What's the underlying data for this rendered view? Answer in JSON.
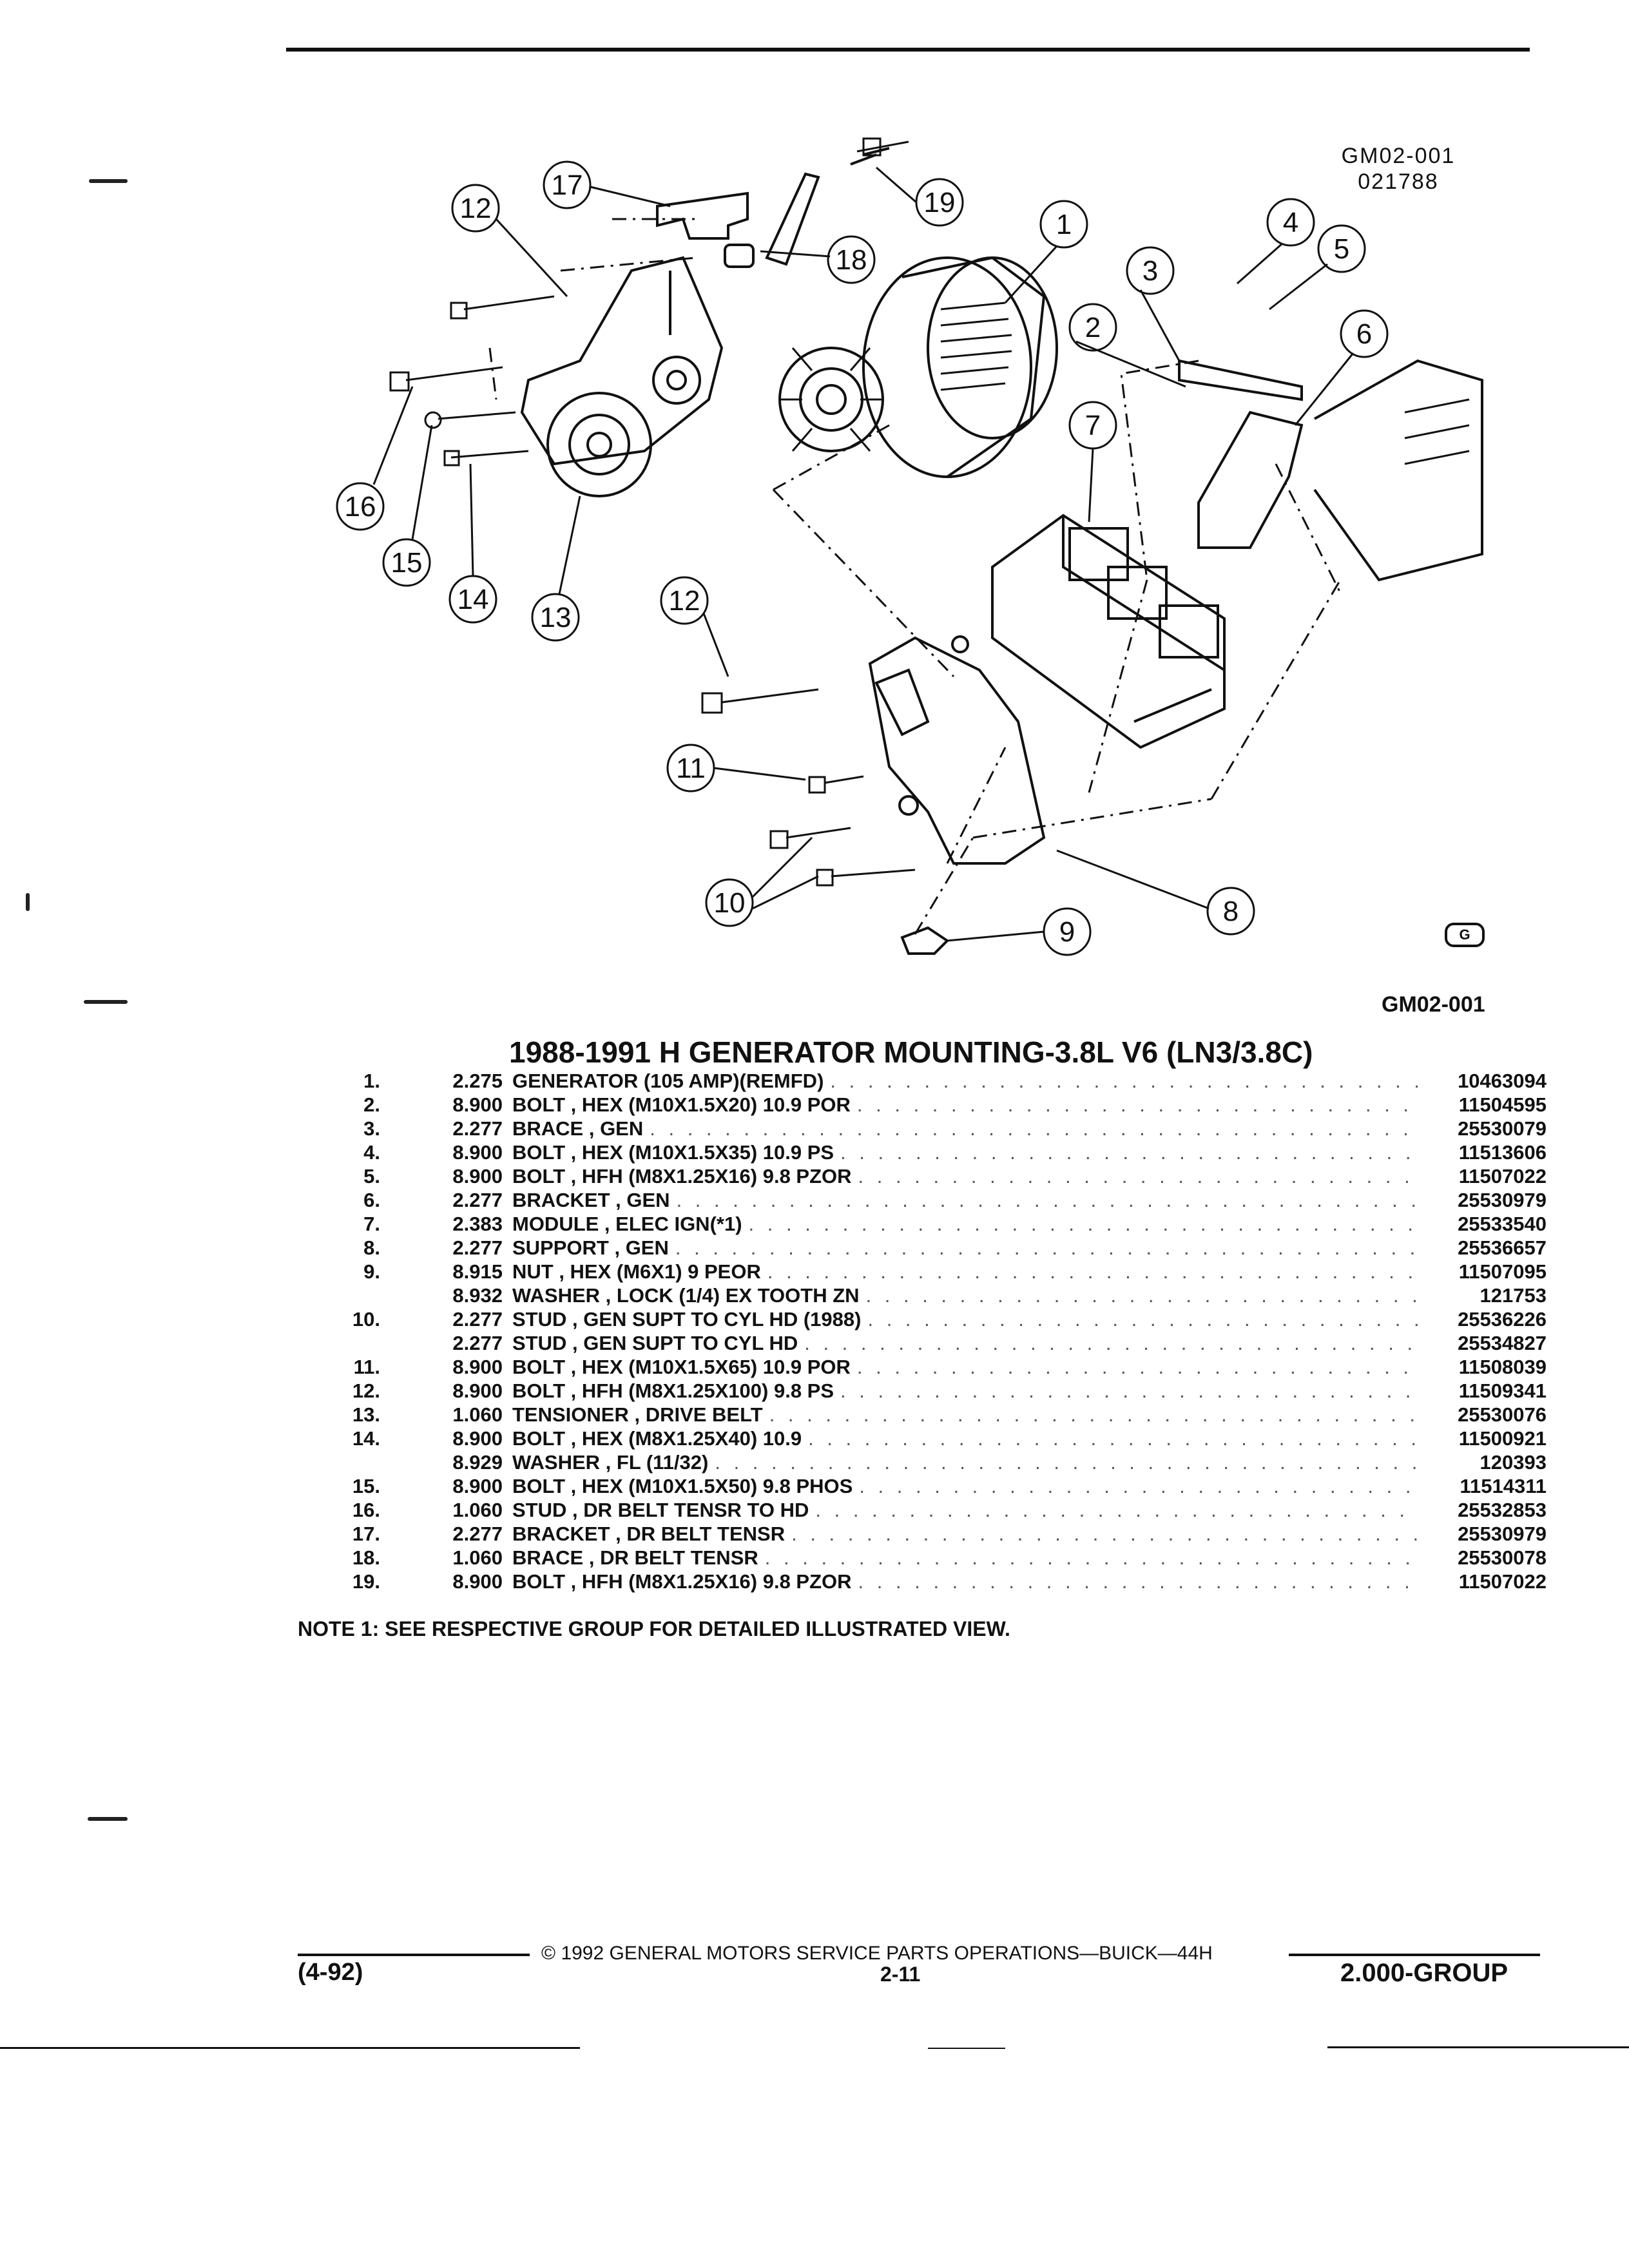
{
  "header": {
    "figure_code_top": "GM02-001",
    "figure_date": "021788",
    "figure_code_bottom": "GM02-001",
    "logo_letter": "G"
  },
  "callouts": [
    "1",
    "2",
    "3",
    "4",
    "5",
    "6",
    "7",
    "8",
    "9",
    "10",
    "11",
    "12",
    "12",
    "13",
    "14",
    "15",
    "16",
    "17",
    "18",
    "19"
  ],
  "title": "1988-1991 H GENERATOR MOUNTING-3.8L V6 (LN3/3.8C)",
  "parts": [
    {
      "index": "1.",
      "group": "2.275",
      "description": "GENERATOR (105 AMP)(REMFD)",
      "part_number": "10463094"
    },
    {
      "index": "2.",
      "group": "8.900",
      "description": "BOLT , HEX (M10X1.5X20) 10.9 POR",
      "part_number": "11504595"
    },
    {
      "index": "3.",
      "group": "2.277",
      "description": "BRACE , GEN",
      "part_number": "25530079"
    },
    {
      "index": "4.",
      "group": "8.900",
      "description": "BOLT , HEX (M10X1.5X35) 10.9 PS",
      "part_number": "11513606"
    },
    {
      "index": "5.",
      "group": "8.900",
      "description": "BOLT , HFH (M8X1.25X16) 9.8 PZOR",
      "part_number": "11507022"
    },
    {
      "index": "6.",
      "group": "2.277",
      "description": "BRACKET , GEN",
      "part_number": "25530979"
    },
    {
      "index": "7.",
      "group": "2.383",
      "description": "MODULE , ELEC IGN(*1)",
      "part_number": "25533540"
    },
    {
      "index": "8.",
      "group": "2.277",
      "description": "SUPPORT , GEN",
      "part_number": "25536657"
    },
    {
      "index": "9.",
      "group": "8.915",
      "description": "NUT , HEX (M6X1) 9 PEOR",
      "part_number": "11507095"
    },
    {
      "index": "",
      "group": "8.932",
      "description": "WASHER , LOCK (1/4) EX TOOTH ZN",
      "part_number": "121753"
    },
    {
      "index": "10.",
      "group": "2.277",
      "description": "STUD , GEN SUPT TO CYL HD (1988)",
      "part_number": "25536226"
    },
    {
      "index": "",
      "group": "2.277",
      "description": "STUD , GEN SUPT TO CYL HD",
      "part_number": "25534827"
    },
    {
      "index": "11.",
      "group": "8.900",
      "description": "BOLT , HEX (M10X1.5X65) 10.9 POR",
      "part_number": "11508039"
    },
    {
      "index": "12.",
      "group": "8.900",
      "description": "BOLT , HFH (M8X1.25X100) 9.8 PS",
      "part_number": "11509341"
    },
    {
      "index": "13.",
      "group": "1.060",
      "description": "TENSIONER , DRIVE BELT",
      "part_number": "25530076"
    },
    {
      "index": "14.",
      "group": "8.900",
      "description": "BOLT , HEX (M8X1.25X40) 10.9",
      "part_number": "11500921"
    },
    {
      "index": "",
      "group": "8.929",
      "description": "WASHER , FL (11/32)",
      "part_number": "120393"
    },
    {
      "index": "15.",
      "group": "8.900",
      "description": "BOLT , HEX (M10X1.5X50) 9.8 PHOS",
      "part_number": "11514311"
    },
    {
      "index": "16.",
      "group": "1.060",
      "description": "STUD , DR BELT TENSR TO HD",
      "part_number": "25532853"
    },
    {
      "index": "17.",
      "group": "2.277",
      "description": "BRACKET , DR BELT TENSR",
      "part_number": "25530979"
    },
    {
      "index": "18.",
      "group": "1.060",
      "description": "BRACE , DR BELT TENSR",
      "part_number": "25530078"
    },
    {
      "index": "19.",
      "group": "8.900",
      "description": "BOLT , HFH (M8X1.25X16) 9.8 PZOR",
      "part_number": "11507022"
    }
  ],
  "note": "NOTE  1:  SEE RESPECTIVE GROUP FOR DETAILED ILLUSTRATED VIEW.",
  "footer": {
    "copyright": "©  1992  GENERAL MOTORS SERVICE PARTS OPERATIONS—BUICK—44H",
    "date_code": "(4-92)",
    "page": "2-11",
    "group": "2.000-GROUP"
  }
}
